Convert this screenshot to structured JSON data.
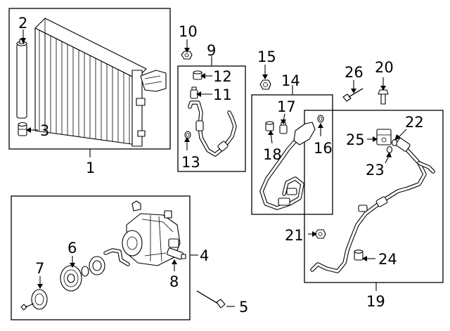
{
  "callouts": {
    "c1": "1",
    "c2": "2",
    "c3": "3",
    "c4": "4",
    "c5": "5",
    "c6": "6",
    "c7": "7",
    "c8": "8",
    "c9": "9",
    "c10": "10",
    "c11": "11",
    "c12": "12",
    "c13": "13",
    "c14": "14",
    "c15": "15",
    "c16": "16",
    "c17": "17",
    "c18": "18",
    "c19": "19",
    "c20": "20",
    "c21": "21",
    "c22": "22",
    "c23": "23",
    "c24": "24",
    "c25": "25",
    "c26": "26"
  },
  "parts": {
    "condenser": "condenser-icon",
    "receiver_drier": "receiver-drier-icon",
    "compressor": "compressor-icon",
    "hoses": "hose-icon"
  }
}
